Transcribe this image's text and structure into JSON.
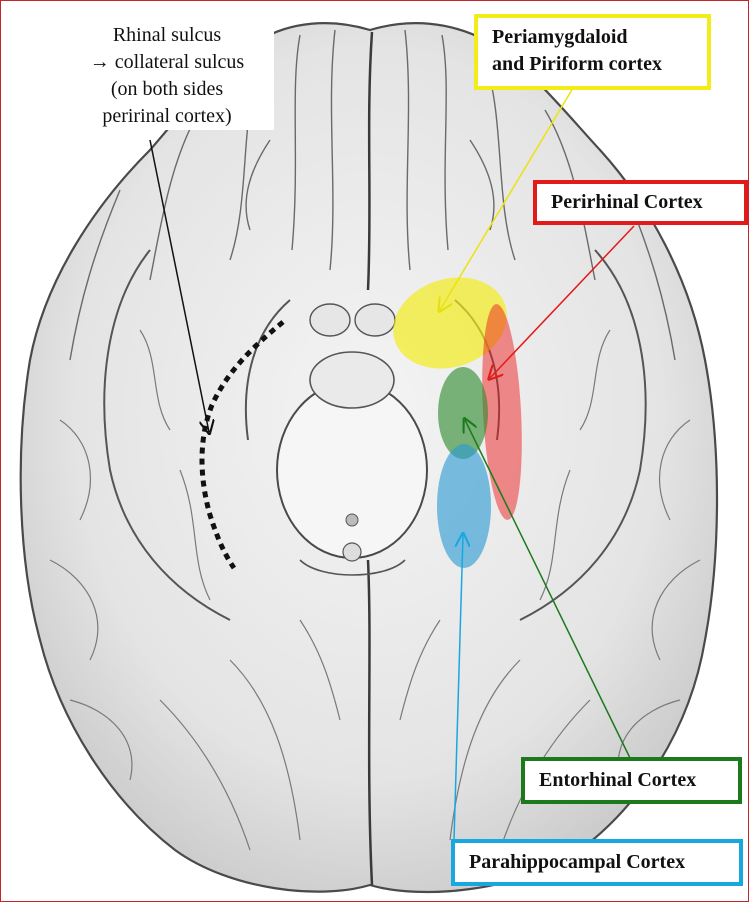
{
  "labels": {
    "rhinal": [
      "Rhinal sulcus",
      "→ collateral sulcus",
      "(on both sides",
      "peririnal cortex)"
    ],
    "periamygdaloid": [
      "Periamygdaloid",
      "and Piriform cortex"
    ],
    "perirhinal": "Perirhinal Cortex",
    "entorhinal": "Entorhinal Cortex",
    "parahippocampal": "Parahippocampal Cortex"
  },
  "colors": {
    "periamygdaloid": "#f2ec18",
    "perirhinal": "#e21a1a",
    "entorhinal": "#1c7a1c",
    "parahippocampal": "#18a8e0",
    "frame": "#c0262c"
  }
}
